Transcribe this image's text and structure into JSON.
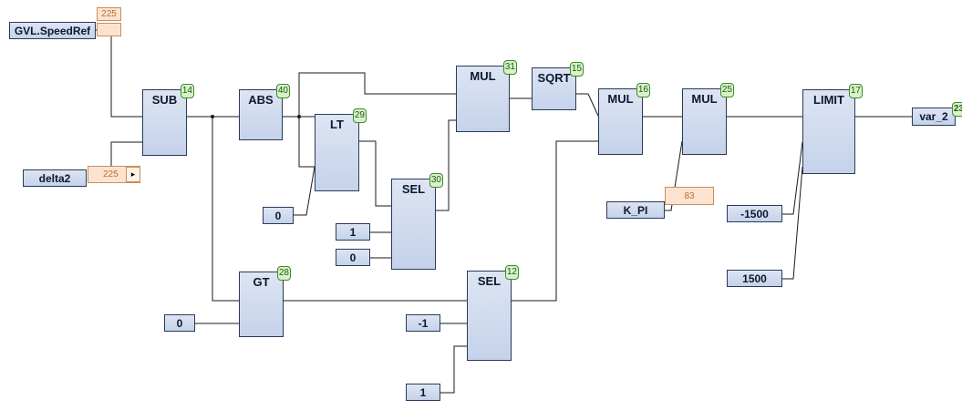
{
  "blocks": {
    "sub": {
      "name": "SUB",
      "index": "14"
    },
    "abs": {
      "name": "ABS",
      "index": "40"
    },
    "lt": {
      "name": "LT",
      "index": "29"
    },
    "sel30": {
      "name": "SEL",
      "index": "30"
    },
    "mul31": {
      "name": "MUL",
      "index": "31"
    },
    "sqrt": {
      "name": "SQRT",
      "index": "15"
    },
    "mul16": {
      "name": "MUL",
      "index": "16"
    },
    "mul25": {
      "name": "MUL",
      "index": "25"
    },
    "limit": {
      "name": "LIMIT",
      "index": "17"
    },
    "gt": {
      "name": "GT",
      "index": "28"
    },
    "sel12": {
      "name": "SEL",
      "index": "12"
    }
  },
  "inputs": {
    "gvl_speedref": "GVL.SpeedRef",
    "delta2": "delta2",
    "zero_lt": "0",
    "one_sel30": "1",
    "zero_sel30": "0",
    "zero_gt": "0",
    "minus_one": "-1",
    "one_sel12": "1",
    "k_pi": "K_PI",
    "minus_1500": "-1500",
    "plus_1500": "1500"
  },
  "outputs": {
    "var_2": "var_2",
    "var_2_index": "23"
  },
  "monitors": {
    "gvl_speedref_value": "225",
    "delta2_value": "225",
    "delta2_arrow": "▸",
    "k_pi_value": "83"
  }
}
